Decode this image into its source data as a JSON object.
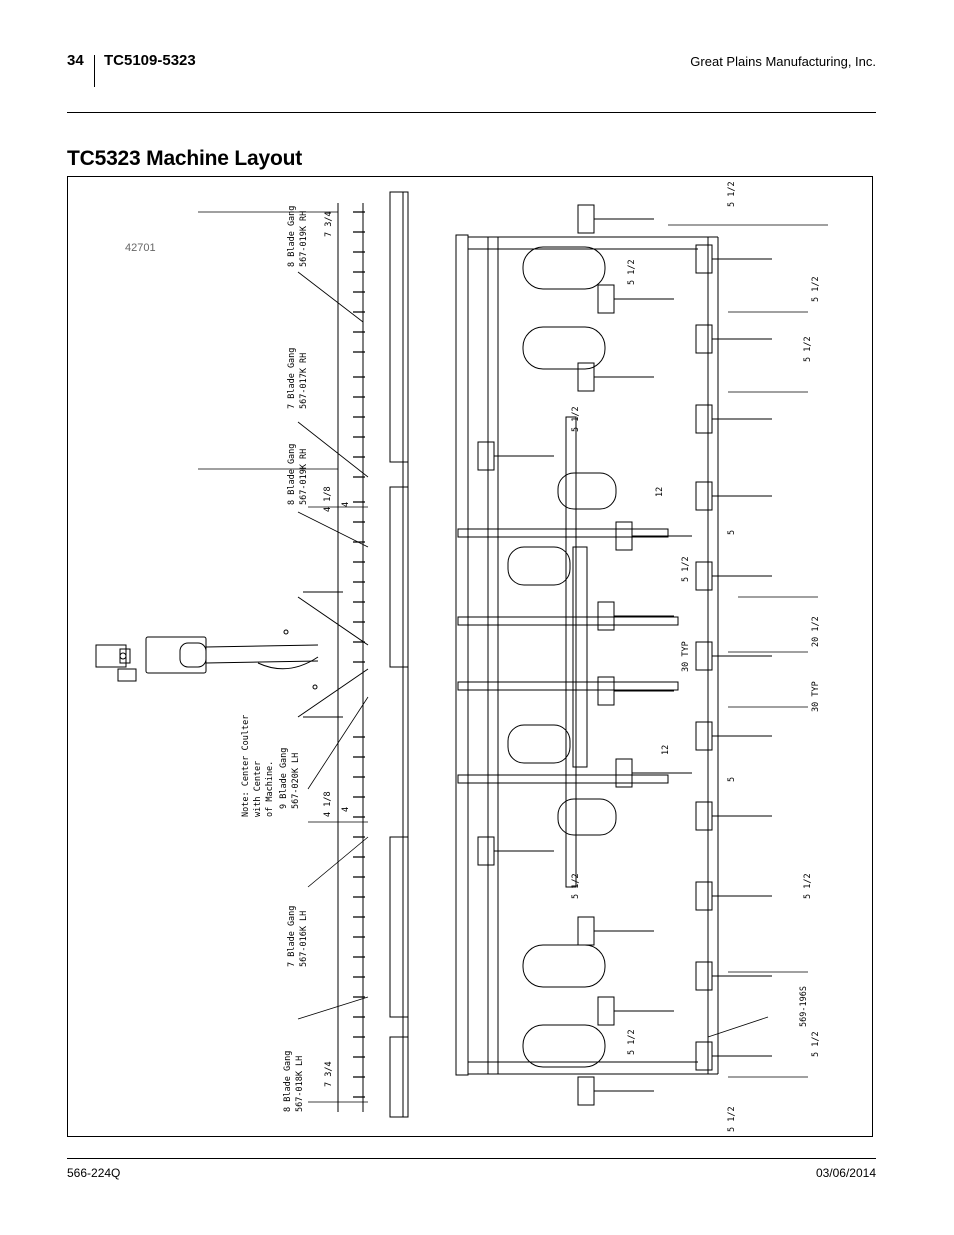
{
  "header": {
    "page_number": "34",
    "doc_id": "TC5109-5323",
    "company": "Great Plains Manufacturing, Inc."
  },
  "title": "TC5323 Machine Layout",
  "figure": {
    "figure_number": "42701",
    "gang_labels": [
      {
        "text1": "8 Blade Gang",
        "text2": "567-019K RH"
      },
      {
        "text1": "7 Blade Gang",
        "text2": "567-017K RH"
      },
      {
        "text1": "8 Blade Gang",
        "text2": "567-019K RH"
      },
      {
        "text1": "9 Blade Gang",
        "text2": "567-020K LH"
      },
      {
        "text1": "7 Blade Gang",
        "text2": "567-016K LH"
      },
      {
        "text1": "8 Blade Gang",
        "text2": "567-018K LH"
      }
    ],
    "note": [
      "Note: Center Coulter",
      "with Center",
      "of Machine."
    ],
    "dims": {
      "d_734": "7 3/4",
      "d_418": "4 1/8",
      "d_4": "4",
      "d_512": "5 1/2",
      "d_12": "12",
      "d_5": "5",
      "d_30typ": "30 TYP",
      "d_2012": "20 1/2",
      "part_569": "569-196S"
    }
  },
  "footer": {
    "left": "566-224Q",
    "right": "03/06/2014"
  }
}
